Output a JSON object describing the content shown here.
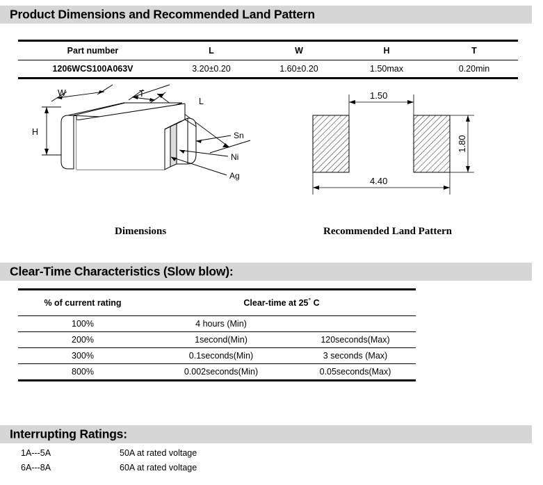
{
  "sections": {
    "dimensions_header": "Product Dimensions and Recommended Land Pattern",
    "cleartime_header": "Clear-Time Characteristics (Slow blow):",
    "interrupting_header": "Interrupting Ratings:"
  },
  "dimension_table": {
    "columns": [
      "Part number",
      "L",
      "W",
      "H",
      "T"
    ],
    "rows": [
      {
        "part_number": "1206WCS100A063V",
        "L": "3.20±0.20",
        "W": "1.60±0.20",
        "H": "1.50max",
        "T": "0.20min"
      }
    ]
  },
  "drawings": {
    "component": {
      "caption": "Dimensions",
      "dimension_labels": [
        "W",
        "H",
        "T",
        "L"
      ],
      "material_callouts": [
        "Sn",
        "Ni",
        "Ag"
      ]
    },
    "land_pattern": {
      "caption": "Recommended Land Pattern",
      "gap_width": "1.50",
      "pad_height": "1.80",
      "overall_length": "4.40"
    }
  },
  "cleartime_table": {
    "columns": [
      "% of current rating",
      "Clear-time at 25",
      "°",
      " C"
    ],
    "header_pct": "% of current rating",
    "header_time_prefix": "Clear-time at 25",
    "header_time_deg": "°",
    "header_time_suffix": " C",
    "rows": [
      {
        "pct": "100%",
        "min": "4 hours (Min)",
        "max": ""
      },
      {
        "pct": "200%",
        "min": "1second(Min)",
        "max": "120seconds(Max)"
      },
      {
        "pct": "300%",
        "min": "0.1seconds(Min)",
        "max": "3 seconds (Max)"
      },
      {
        "pct": "800%",
        "min": "0.002seconds(Min)",
        "max": "0.05seconds(Max)"
      }
    ]
  },
  "interrupting_ratings": {
    "rows": [
      {
        "range": "1A---5A",
        "value": "50A at rated voltage"
      },
      {
        "range": "6A---8A",
        "value": "60A at rated voltage"
      }
    ]
  },
  "colors": {
    "header_band": "#d6d6d6",
    "rule": "#000000",
    "page_background": "#ffffff"
  }
}
